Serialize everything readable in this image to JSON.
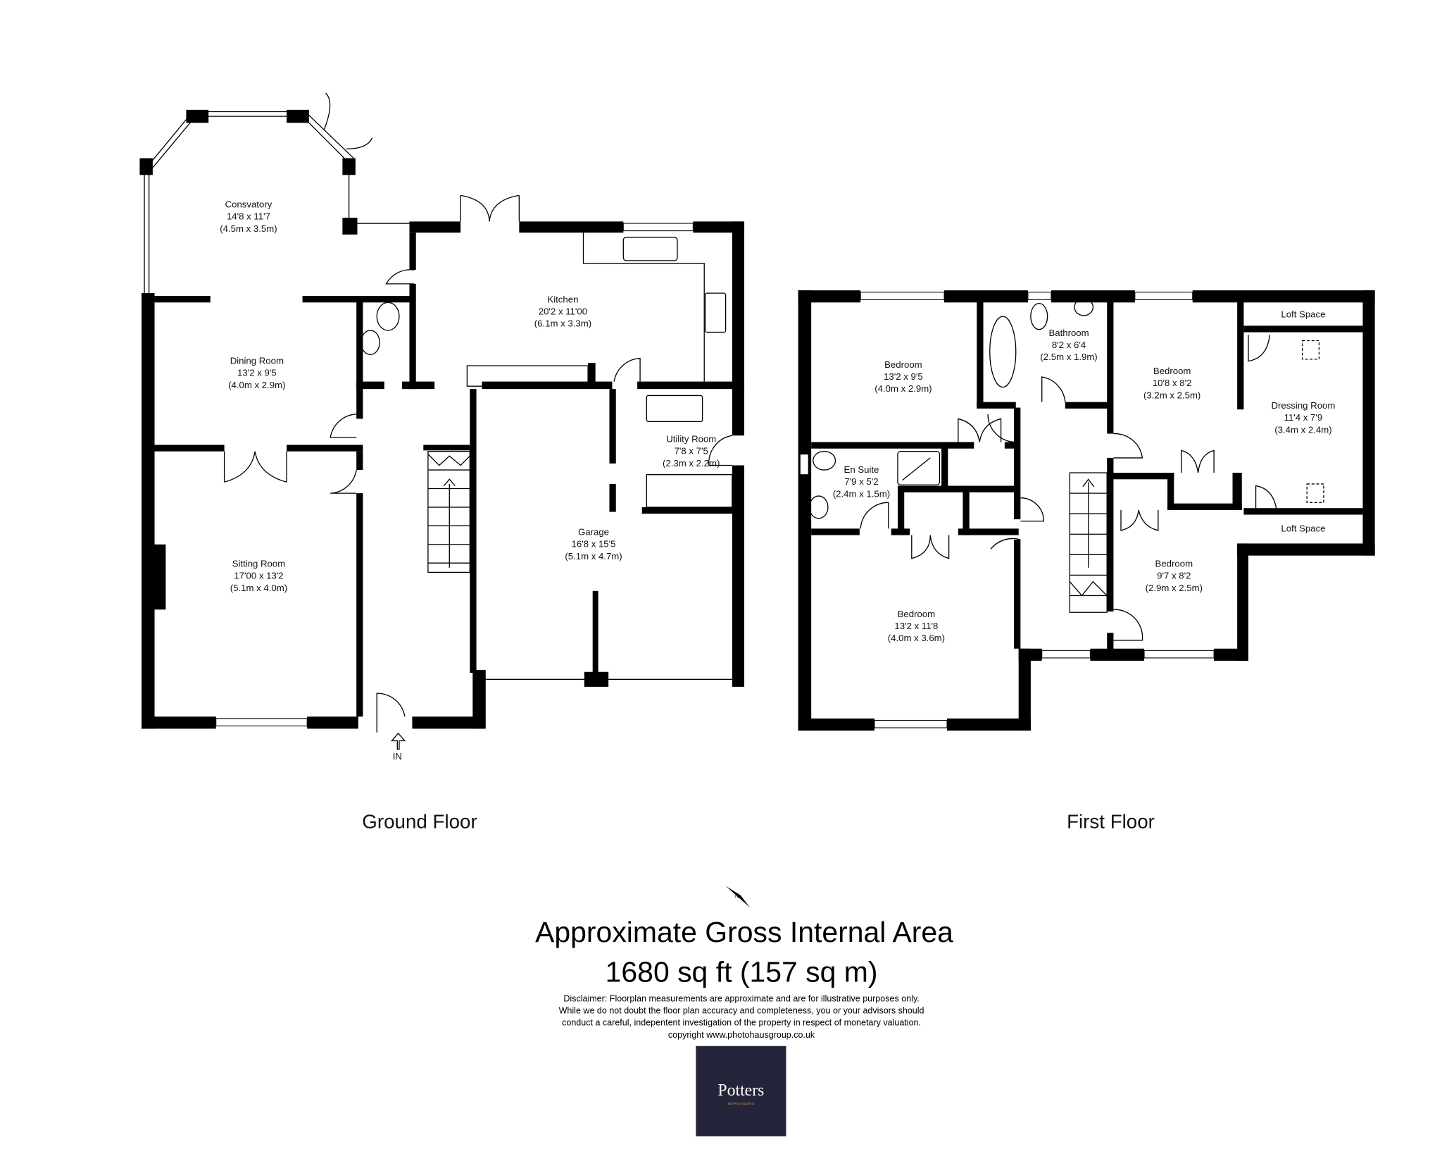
{
  "ground_floor": {
    "title": "Ground Floor",
    "entrance_label": "IN",
    "rooms": [
      {
        "name": "Consvatory",
        "imperial": "14'8 x 11'7",
        "metric": "(4.5m x 3.5m)"
      },
      {
        "name": "Dining Room",
        "imperial": "13'2 x 9'5",
        "metric": "(4.0m x 2.9m)"
      },
      {
        "name": "Sitting Room",
        "imperial": "17'00 x 13'2",
        "metric": "(5.1m x 4.0m)"
      },
      {
        "name": "Kitchen",
        "imperial": "20'2 x 11'00",
        "metric": "(6.1m x 3.3m)"
      },
      {
        "name": "Utility Room",
        "imperial": "7'8 x 7'5",
        "metric": "(2.3m x 2.2m)"
      },
      {
        "name": "Garage",
        "imperial": "16'8 x 15'5",
        "metric": "(5.1m x 4.7m)"
      }
    ]
  },
  "first_floor": {
    "title": "First Floor",
    "rooms": [
      {
        "name": "Bedroom",
        "imperial": "13'2 x 9'5",
        "metric": "(4.0m x 2.9m)"
      },
      {
        "name": "Bathroom",
        "imperial": "8'2 x 6'4",
        "metric": "(2.5m x 1.9m)"
      },
      {
        "name": "Bedroom",
        "imperial": "10'8 x 8'2",
        "metric": "(3.2m x 2.5m)"
      },
      {
        "name": "Loft Space"
      },
      {
        "name": "Dressing Room",
        "imperial": "11'4 x 7'9",
        "metric": "(3.4m x 2.4m)"
      },
      {
        "name": "En Suite",
        "imperial": "7'9 x 5'2",
        "metric": "(2.4m x 1.5m)"
      },
      {
        "name": "Bedroom",
        "imperial": "9'7 x 8'2",
        "metric": "(2.9m x 2.5m)"
      },
      {
        "name": "Loft Space"
      },
      {
        "name": "Bedroom",
        "imperial": "13'2 x 11'8",
        "metric": "(4.0m x 3.6m)"
      }
    ]
  },
  "compass": {
    "label": "N"
  },
  "summary": {
    "title": "Approximate Gross Internal Area",
    "area": "1680 sq ft (157 sq m)",
    "disclaimer": [
      "Disclaimer: Floorplan measurements are approximate and are for illustrative purposes only.",
      "While we do not doubt the floor plan accuracy and completeness, you or your advisors should",
      "conduct a careful, indepentent investigation of the property in respect of monetary valuation.",
      "copyright www.photohausgroup.co.uk"
    ]
  },
  "logo": {
    "name": "Potters",
    "tagline": "ESTATE AGENTS",
    "bg_color": "#24243a",
    "tagline_color": "#c9a74a"
  }
}
